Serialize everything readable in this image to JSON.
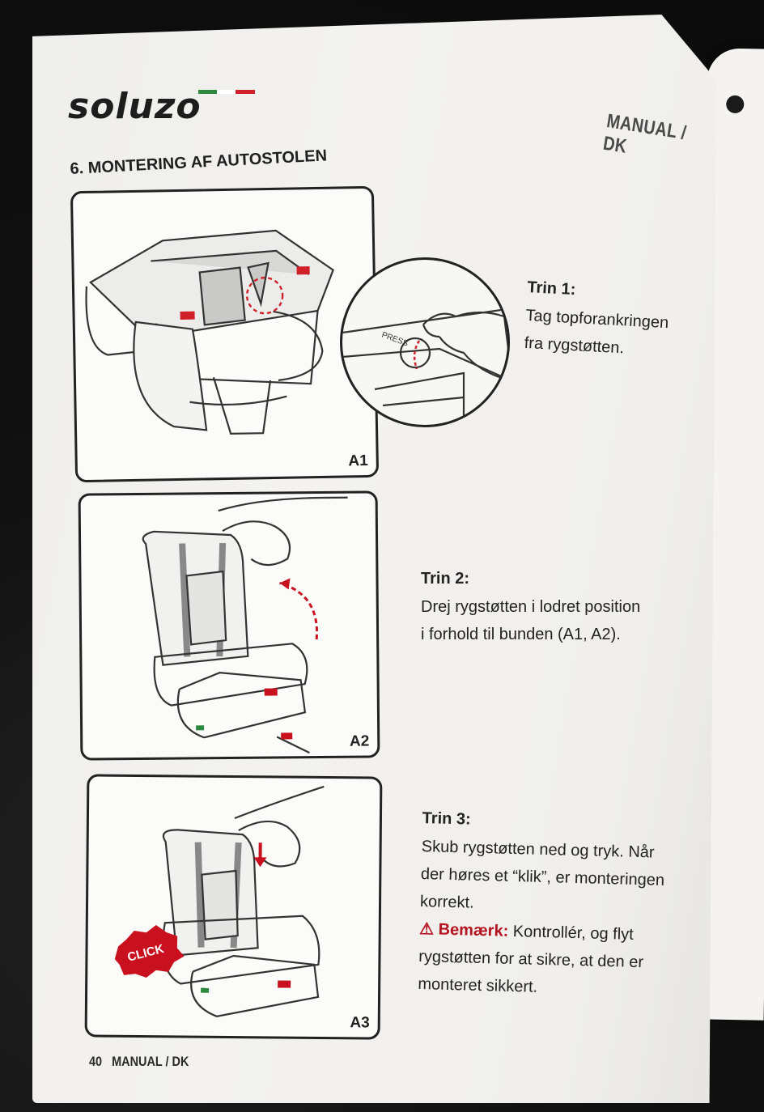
{
  "brand": {
    "logo_text": "soluzo",
    "colors": {
      "green": "#2b8a3e",
      "white": "#ffffff",
      "red": "#d0202a"
    }
  },
  "header": {
    "section_label": "MANUAL / DK"
  },
  "section": {
    "title": "6. MONTERING AF AUTOSTOLEN"
  },
  "panels": [
    {
      "label": "A1",
      "icon": "car-seat-folded-icon"
    },
    {
      "label": "A2",
      "icon": "car-seat-upright-icon"
    },
    {
      "label": "A3",
      "icon": "car-seat-click-icon"
    }
  ],
  "zoom": {
    "press_text": "PRESS"
  },
  "click_badge": {
    "text": "CLICK",
    "color": "#c8101e"
  },
  "steps": [
    {
      "title": "Trin 1:",
      "lines": [
        "Tag topforankringen",
        "fra rygstøtten."
      ]
    },
    {
      "title": "Trin 2:",
      "lines": [
        "Drej rygstøtten i lodret position",
        "i forhold til bunden (A1, A2)."
      ]
    },
    {
      "title": "Trin 3:",
      "lines": [
        "Skub rygstøtten ned og tryk. Når",
        "der høres et “klik”, er monteringen",
        "korrekt."
      ],
      "warning_label": "⚠ Bemærk:",
      "warning_lines": [
        " Kontrollér, og flyt",
        "rygstøtten for at sikre, at den er",
        "monteret sikkert."
      ]
    }
  ],
  "footer": {
    "page_number": "40",
    "label": "MANUAL / DK"
  }
}
